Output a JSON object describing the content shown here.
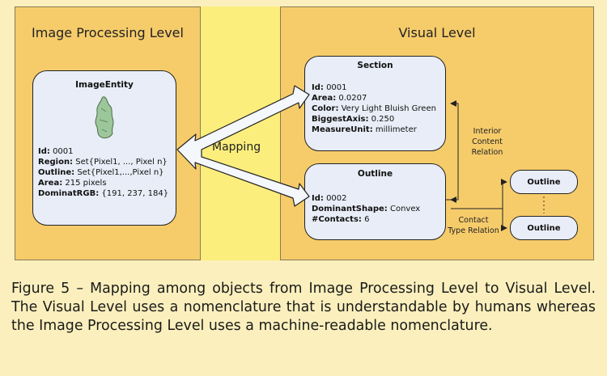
{
  "left_panel": {
    "title": "Image Processing Level"
  },
  "right_panel": {
    "title": "Visual Level"
  },
  "mapping_label": "Mapping",
  "image_entity": {
    "title": "ImageEntity",
    "props": [
      {
        "key": "Id:",
        "value": " 0001"
      },
      {
        "key": "Region:",
        "value": " Set{Pixel1, ..., Pixel n}"
      },
      {
        "key": "Outline:",
        "value": " Set{Pixel1,...,Pixel n}"
      },
      {
        "key": "Area:",
        "value": " 215 pixels"
      },
      {
        "key": "DominatRGB:",
        "value": " {191, 237, 184}"
      }
    ]
  },
  "section": {
    "title": "Section",
    "props": [
      {
        "key": "Id:",
        "value": " 0001"
      },
      {
        "key": "Area:",
        "value": " 0.0207"
      },
      {
        "key": "Color:",
        "value": " Very Light Bluish Green"
      },
      {
        "key": "BiggestAxis:",
        "value": " 0.250"
      },
      {
        "key": "MeasureUnit:",
        "value": " millimeter"
      }
    ]
  },
  "outline": {
    "title": "Outline",
    "props": [
      {
        "key": "Id:",
        "value": " 0002"
      },
      {
        "key": "DominantShape:",
        "value": " Convex"
      },
      {
        "key": "#Contacts:",
        "value": " 6"
      }
    ]
  },
  "outline_top": {
    "label": "Outline"
  },
  "outline_bottom": {
    "label": "Outline"
  },
  "interior_relation": [
    "Interior",
    "Content",
    "Relation"
  ],
  "contact_relation": [
    "Contact",
    "Type Relation"
  ],
  "caption": "Figure 5 – Mapping among objects from Image Processing Level to Visual Level. The Visual Level uses a nomenclature that is understandable by humans whereas the Image Processing Level uses a machine-readable nomenclature.",
  "colors": {
    "background": "#fbf0bd",
    "panel": "#f6cc6b",
    "middle_band": "#fbee7d",
    "node_fill": "#e8edf7",
    "blob": "#9cc79a"
  }
}
